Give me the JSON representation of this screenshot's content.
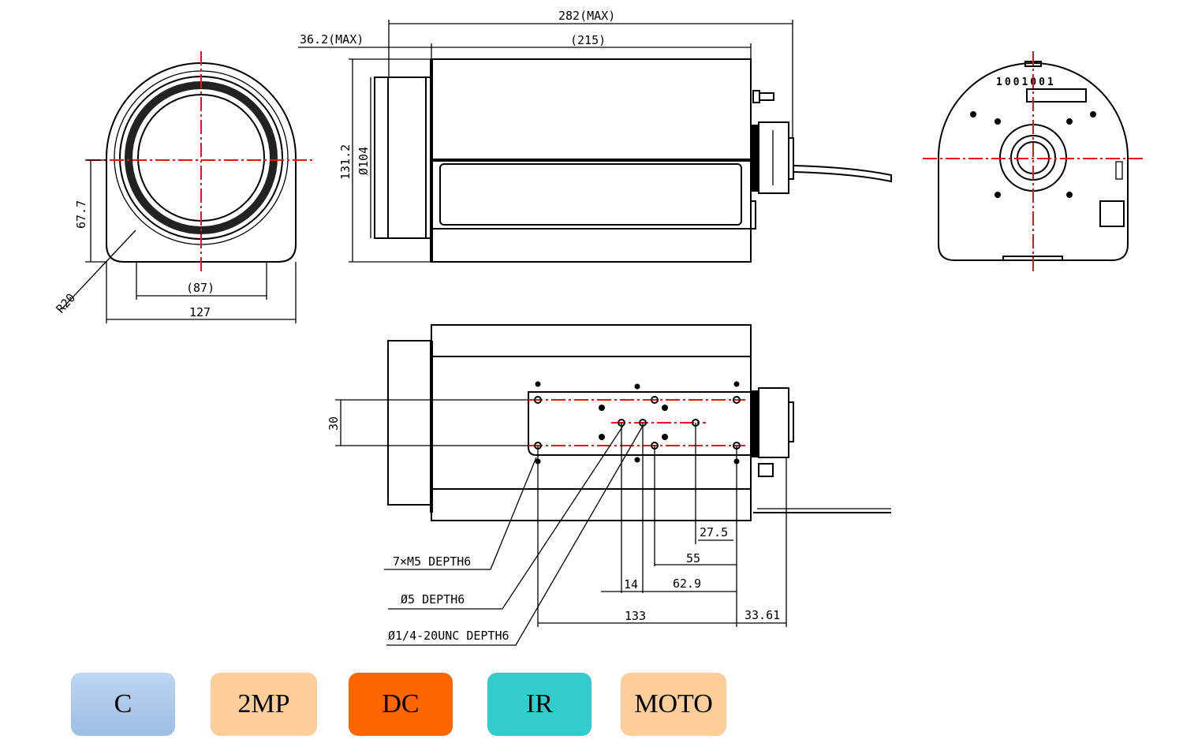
{
  "front_view": {
    "dim_height": "67.7",
    "dim_radius": "R20",
    "dim_inner_width": "(87)",
    "dim_width": "127"
  },
  "side_view": {
    "dim_total_length": "282(MAX)",
    "dim_lens_length": "36.2(MAX)",
    "dim_body_length": "(215)",
    "dim_height": "131.2",
    "dim_lens_diameter": "Ø104"
  },
  "back_view": {
    "switch_label": "1001001"
  },
  "bottom_view": {
    "dim_hole_spacing": "30",
    "dim_27_5": "27.5",
    "dim_55": "55",
    "dim_14": "14",
    "dim_62_9": "62.9",
    "dim_133": "133",
    "dim_33_61": "33.61",
    "note_m5": "7×M5 DEPTH6",
    "note_d5": "Ø5 DEPTH6",
    "note_unc": "Ø1/4-20UNC DEPTH6"
  },
  "tags": [
    {
      "label": "C",
      "color": "#a9c6e8"
    },
    {
      "label": "2MP",
      "color": "#fdcd9c"
    },
    {
      "label": "DC",
      "color": "#ff6600"
    },
    {
      "label": "IR",
      "color": "#33cccc"
    },
    {
      "label": "MOTO",
      "color": "#fdcd9c"
    }
  ]
}
